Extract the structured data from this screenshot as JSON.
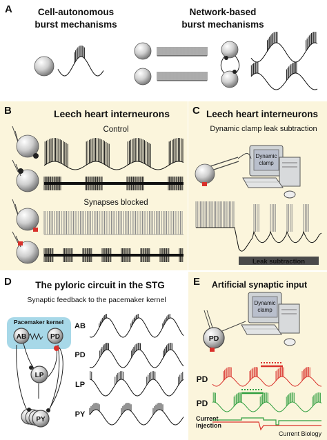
{
  "panels": {
    "a": {
      "letter": "A",
      "cell_title_1": "Cell-autonomous",
      "cell_title_2": "burst mechanisms",
      "net_title_1": "Network-based",
      "net_title_2": "burst mechanisms"
    },
    "b": {
      "letter": "B",
      "title": "Leech heart interneurons",
      "control": "Control",
      "blocked": "Synapses blocked"
    },
    "c": {
      "letter": "C",
      "title": "Leech heart interneurons",
      "subtitle": "Dynamic clamp leak subtraction",
      "monitor_1": "Dynamic",
      "monitor_2": "clamp",
      "leak": "Leak subtraction"
    },
    "d": {
      "letter": "D",
      "title": "The pyloric circuit in the STG",
      "subtitle": "Synaptic feedback to the pacemaker kernel",
      "kernel": "Pacemaker kernel",
      "nodes": [
        "AB",
        "PD",
        "LP",
        "PY"
      ],
      "traces": [
        "AB",
        "PD",
        "LP",
        "PY"
      ]
    },
    "e": {
      "letter": "E",
      "title": "Artificial synaptic input",
      "monitor_1": "Dynamic",
      "monitor_2": "clamp",
      "neuron": "PD",
      "trace_1": "PD",
      "trace_2": "PD",
      "current_1": "Current",
      "current_2": "injection"
    },
    "credit": "Current Biology"
  },
  "colors": {
    "panel_bg": "#fbf5dc",
    "kernel_bg": "#a7d8e8",
    "red": "#d9302a",
    "green": "#2f9e3f",
    "gray_trace": "#8a8a8a"
  }
}
